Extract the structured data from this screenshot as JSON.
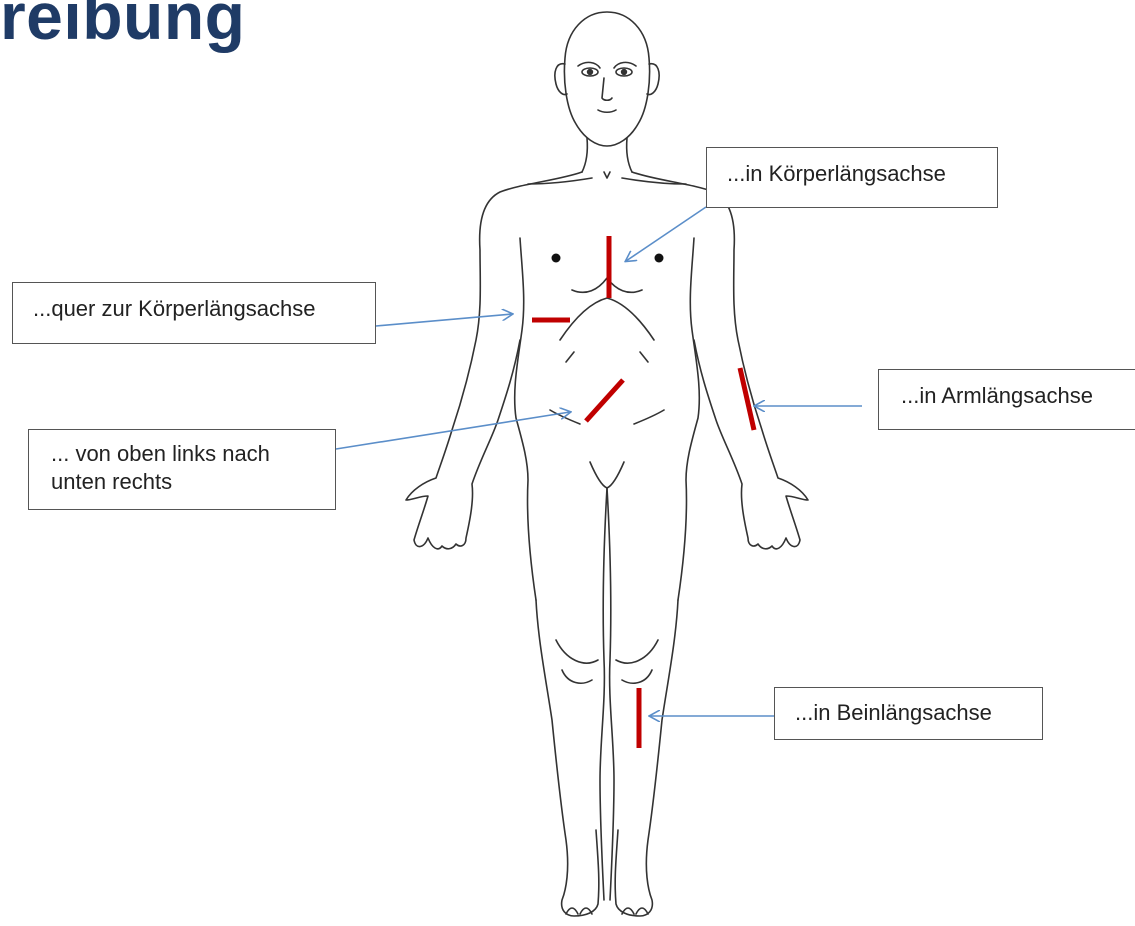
{
  "page": {
    "title": "reibung"
  },
  "labels": {
    "longitudinal": "...in Körperlängsachse",
    "transverse": "...quer zur Körperlängsachse",
    "arm_axis": "...in Armlängsachse",
    "diagonal_line1": "... von oben links nach",
    "diagonal_line2": "unten rechts",
    "leg_axis": "...in Beinlängsachse"
  },
  "colors": {
    "title": "#1f3b66",
    "stroke_marker": "#c00000",
    "arrow": "#5b8ec9",
    "outline": "#333333"
  }
}
